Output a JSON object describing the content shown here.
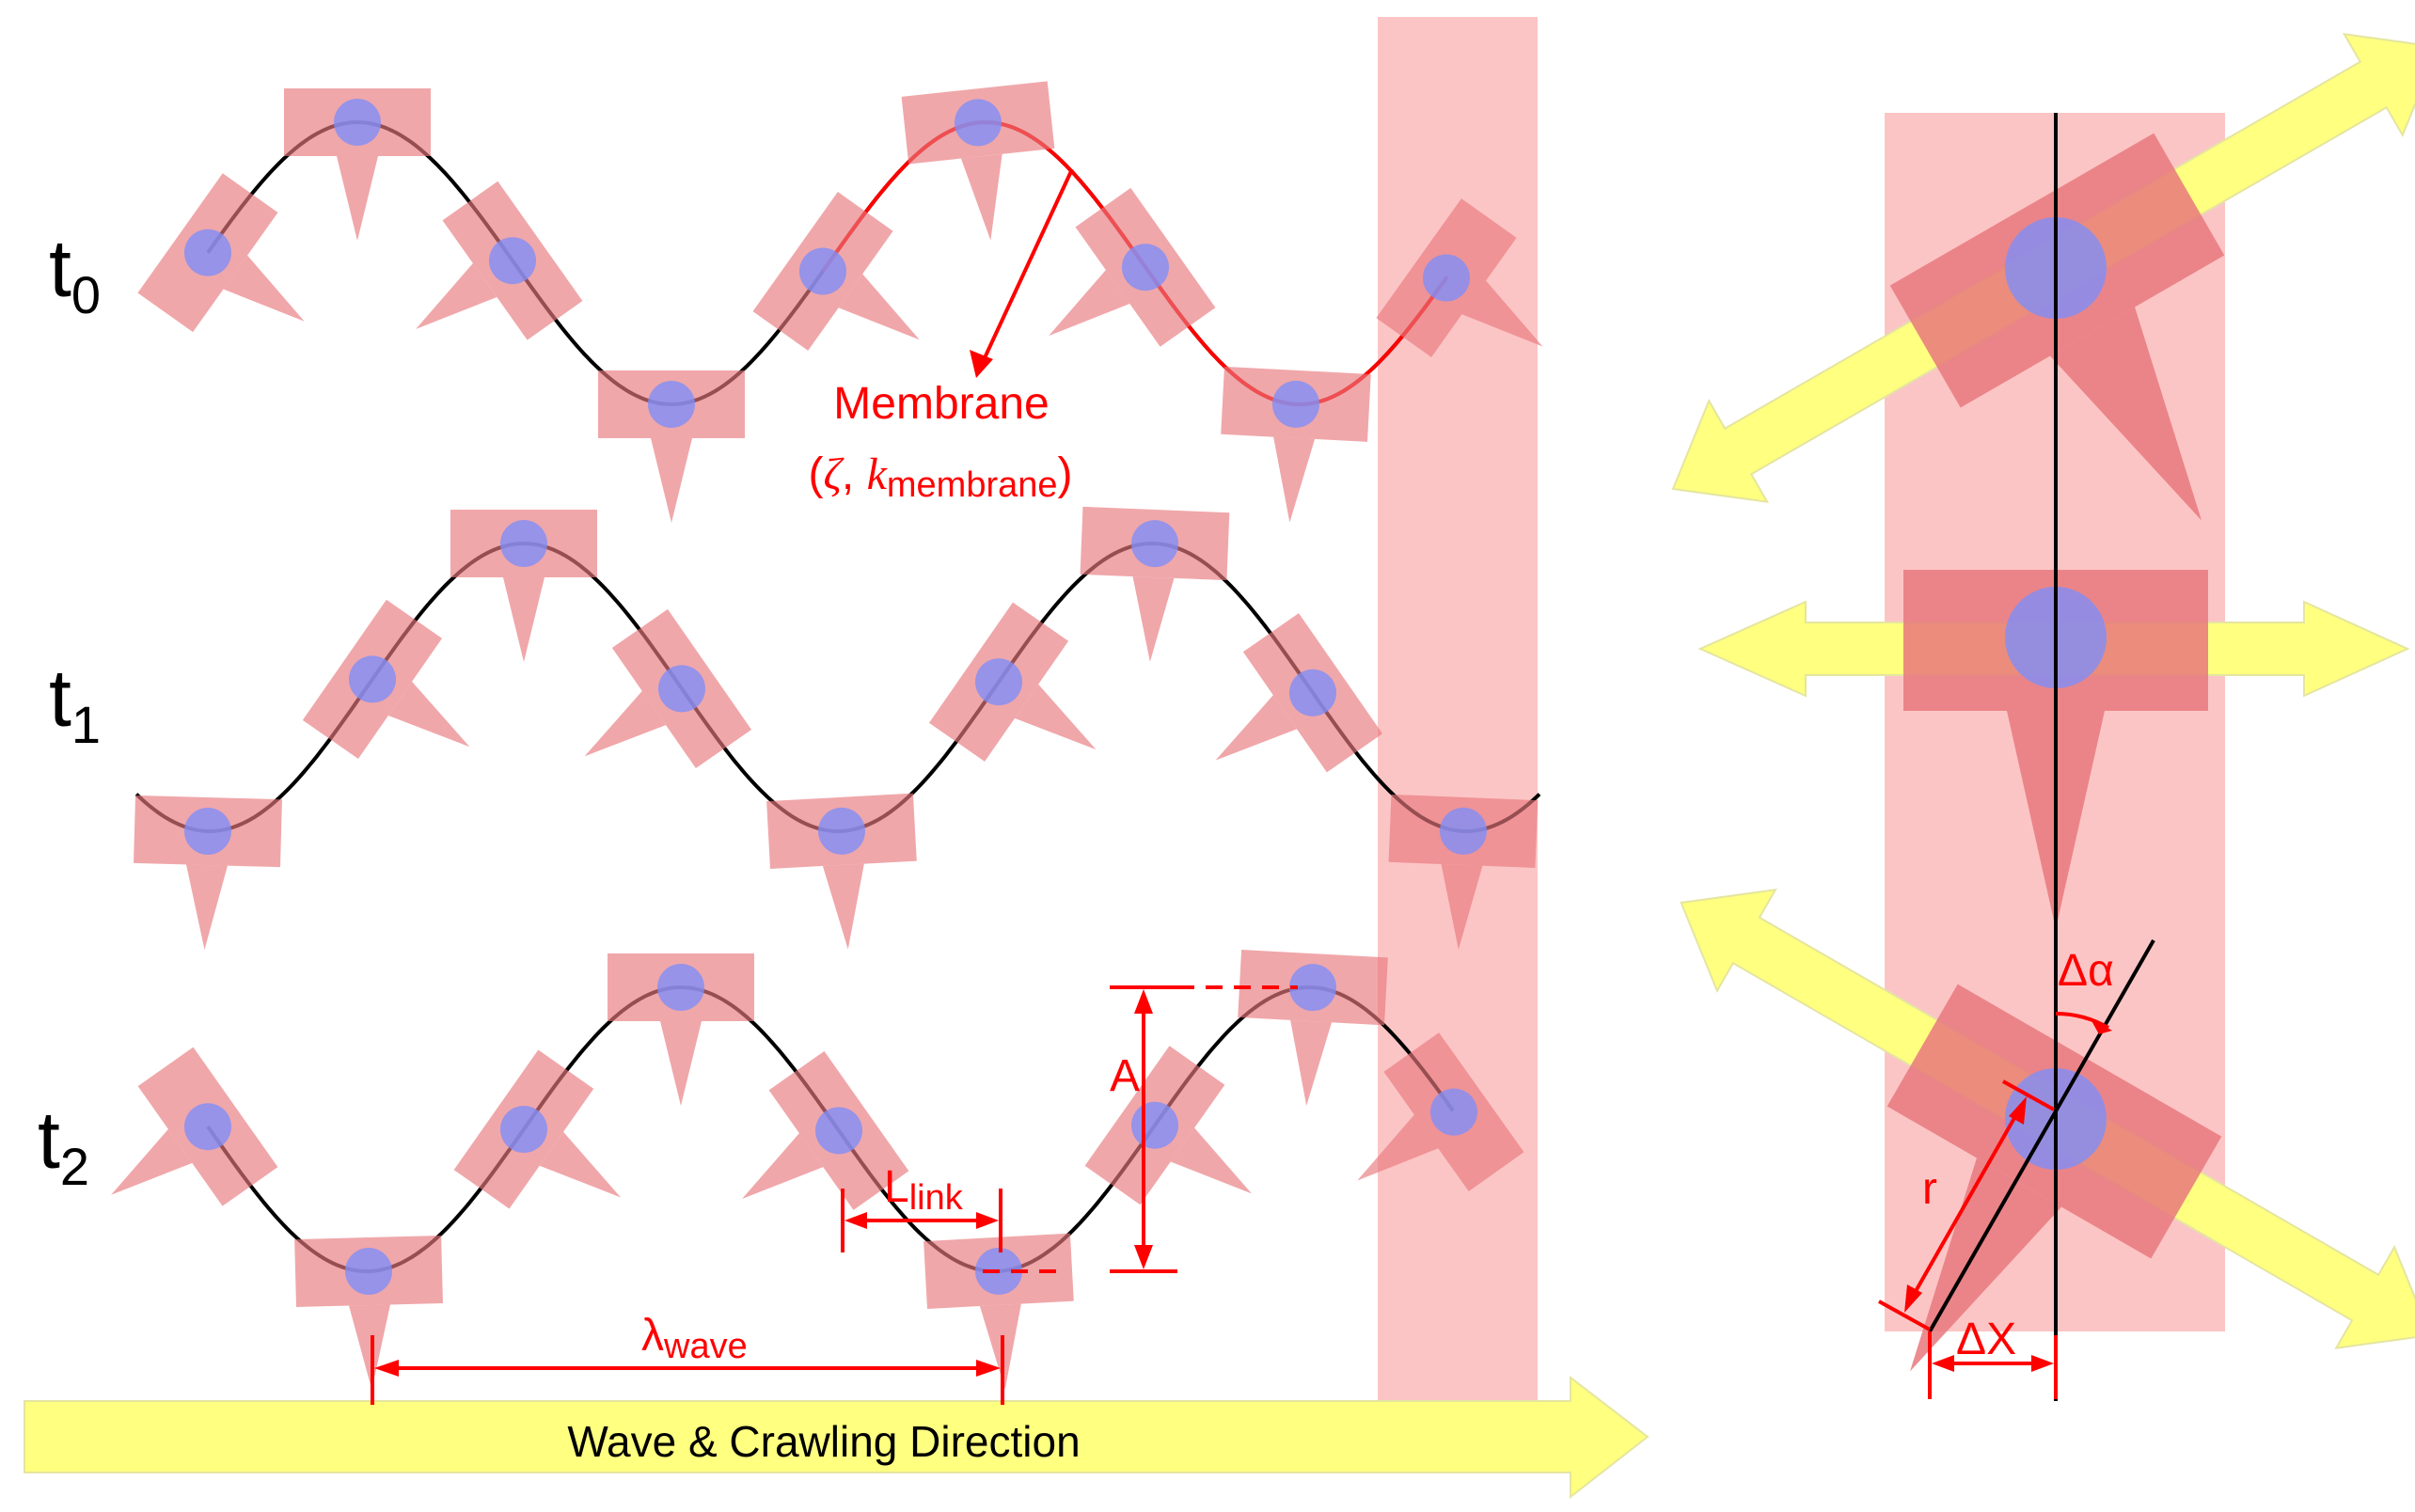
{
  "colors": {
    "cell": "#e8787c",
    "cell_alpha": 0.65,
    "nucleus": "#7f8ff7",
    "nucleus_alpha": 0.8,
    "band": "#fcc5c5",
    "arrow": "#ffff80",
    "arrow_stroke": "#e5e5a0",
    "annotation": "#ff0000",
    "curve": "#000000"
  },
  "rows": [
    {
      "label_main": "t",
      "label_sub": "0"
    },
    {
      "label_main": "t",
      "label_sub": "1"
    },
    {
      "label_main": "t",
      "label_sub": "2"
    }
  ],
  "membrane": {
    "title": "Membrane",
    "params_open": "(",
    "params_zeta": "ζ",
    "params_sep": ", ",
    "params_k": "k",
    "params_k_sub": "membrane",
    "params_close": ")"
  },
  "annotations": {
    "amplitude": "A",
    "link_main": "L",
    "link_sub": "link",
    "wavelength_main": "λ",
    "wavelength_sub": "wave",
    "radius": "r",
    "delta_alpha": "Δα",
    "delta_x": "ΔX"
  },
  "direction_arrow": {
    "label": "Wave & Crawling Direction"
  }
}
